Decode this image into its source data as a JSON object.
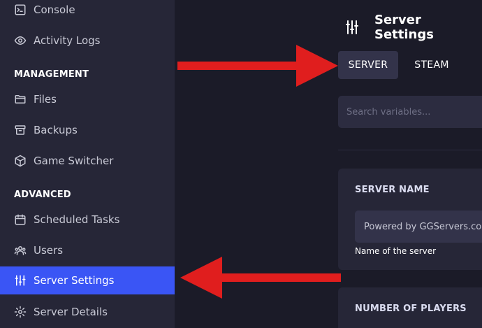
{
  "sidebar": {
    "items": [
      {
        "label": "Console",
        "icon": "terminal-icon"
      },
      {
        "label": "Activity Logs",
        "icon": "eye-icon"
      },
      {
        "label": "Files",
        "icon": "folder-icon"
      },
      {
        "label": "Backups",
        "icon": "archive-icon"
      },
      {
        "label": "Game Switcher",
        "icon": "cube-icon"
      },
      {
        "label": "Scheduled Tasks",
        "icon": "calendar-icon"
      },
      {
        "label": "Users",
        "icon": "users-icon"
      },
      {
        "label": "Server Settings",
        "icon": "sliders-icon"
      },
      {
        "label": "Server Details",
        "icon": "gear-icon"
      }
    ],
    "sections": {
      "management": "MANAGEMENT",
      "advanced": "ADVANCED"
    },
    "active_item": "Server Settings"
  },
  "header": {
    "title": "Server Settings",
    "icon": "sliders-icon"
  },
  "tabs": [
    {
      "label": "SERVER",
      "active": true
    },
    {
      "label": "STEAM",
      "active": false
    }
  ],
  "search": {
    "placeholder": "Search variables..."
  },
  "cards": [
    {
      "label": "SERVER NAME",
      "value": "Powered by GGServers.com",
      "description": "Name of the server"
    },
    {
      "label": "NUMBER OF PLAYERS"
    }
  ],
  "colors": {
    "sidebar_bg": "#262637",
    "main_bg": "#1b1b28",
    "active_blue": "#3a55f5",
    "annotation_red": "#e01e1e"
  }
}
